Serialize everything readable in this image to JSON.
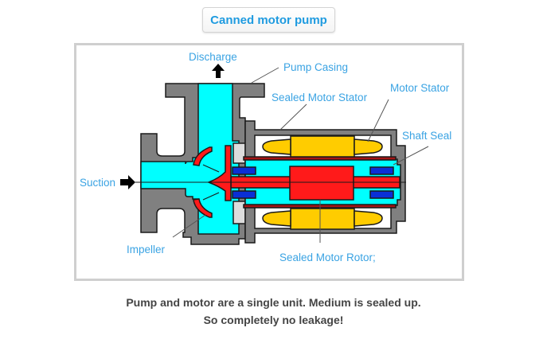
{
  "title": "Canned motor pump",
  "diagram": {
    "labels": {
      "discharge": "Discharge",
      "pump_casing": "Pump Casing",
      "sealed_motor_stator": "Sealed Motor Stator",
      "motor_stator": "Motor Stator",
      "shaft_seal": "Shaft Seal",
      "suction": "Suction",
      "impeller": "Impeller",
      "sealed_motor_rotor": "Sealed Motor Rotor;"
    },
    "colors": {
      "casing": "#808080",
      "fluid": "#00ffff",
      "impeller_rotor": "#ff1a1a",
      "stator_can": "#a31515",
      "stator_winding": "#ffcc00",
      "bearing": "#0a2fd6",
      "gasket": "#dcdcdc",
      "label_text": "#3aa3e3",
      "title_text": "#1f9be0"
    }
  },
  "caption": {
    "line1": "Pump and motor are a single unit. Medium is sealed up.",
    "line2": "So completely no leakage!"
  }
}
